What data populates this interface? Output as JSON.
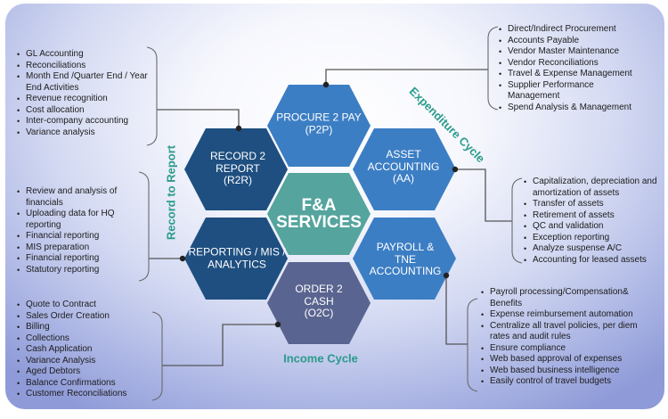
{
  "colors": {
    "primary_blue": "#3c7ec4",
    "navy_blue": "#1e4f80",
    "teal_center": "#55a49e",
    "slate_order": "#5a6490",
    "cycle_text": "#2a9b8b",
    "connector": "#555555",
    "connector_dot": "#222222"
  },
  "hexagons": {
    "center": {
      "lines": [
        "F&A",
        "SERVICES"
      ]
    },
    "p2p": {
      "lines": [
        "PROCURE 2 PAY",
        "(P2P)"
      ]
    },
    "r2r": {
      "lines": [
        "RECORD 2",
        "REPORT",
        "(R2R)"
      ]
    },
    "aa": {
      "lines": [
        "ASSET",
        "ACCOUNTING",
        "(AA)"
      ]
    },
    "reporting": {
      "lines": [
        "REPORTING / MIS /",
        "ANALYTICS"
      ]
    },
    "payroll": {
      "lines": [
        "PAYROLL &",
        "TNE",
        "ACCOUNTING"
      ]
    },
    "o2c": {
      "lines": [
        "ORDER 2",
        "CASH",
        "(O2C)"
      ]
    }
  },
  "cycles": {
    "record_to_report": "Record to Report",
    "expenditure": "Expenditure Cycle",
    "income": "Income Cycle"
  },
  "lists": {
    "r2r": [
      "GL Accounting",
      "Reconciliations",
      "Month End /Quarter End / Year End Activities",
      "Revenue recognition",
      "Cost allocation",
      "Inter-company accounting",
      "Variance analysis"
    ],
    "reporting": [
      "Review and analysis of financials",
      "Uploading data for HQ reporting",
      "Financial reporting",
      "MIS preparation",
      "Financial reporting",
      "Statutory reporting"
    ],
    "o2c": [
      "Quote to Contract",
      "Sales Order Creation",
      "Billing",
      "Collections",
      "Cash Application",
      "Variance Analysis",
      "Aged Debtors",
      "Balance Confirmations",
      "Customer Reconciliations"
    ],
    "p2p": [
      "Direct/Indirect Procurement",
      "Accounts Payable",
      "Vendor Master Maintenance",
      "Vendor Reconciliations",
      "Travel & Expense Management",
      "Supplier Performance Management",
      "Spend Analysis & Management"
    ],
    "aa": [
      "Capitalization, depreciation and amortization of assets",
      "Transfer of assets",
      "Retirement of assets",
      "QC and validation",
      "Exception reporting",
      "Analyze suspense A/C",
      "Accounting for leased assets"
    ],
    "payroll": [
      "Payroll processing/Compensation& Benefits",
      "Expense reimbursement automation",
      "Centralize all travel policies, per diem rates and audit rules",
      "Ensure compliance",
      " Web based approval of expenses",
      "Web based business intelligence",
      "Easily control of travel budgets"
    ]
  }
}
